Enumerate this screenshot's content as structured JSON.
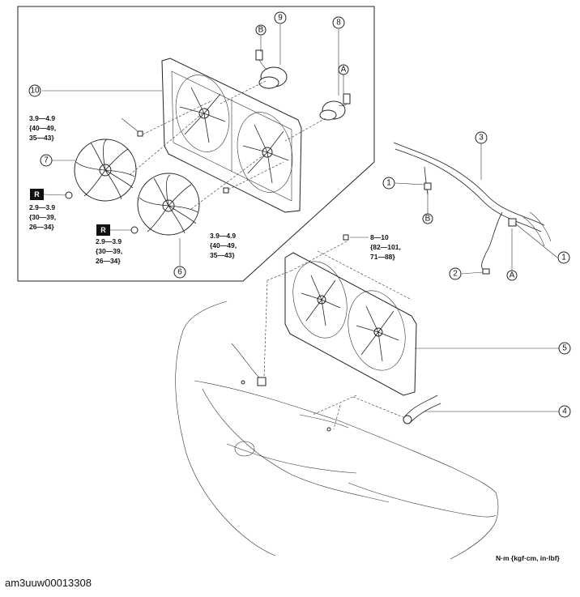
{
  "callouts": {
    "n1a": "1",
    "n1b": "1",
    "n2": "2",
    "n3": "3",
    "n4": "4",
    "n5": "5",
    "n6": "6",
    "n7": "7",
    "n8": "8",
    "n9": "9",
    "n10": "10",
    "conn_a_top": "A",
    "conn_a_bottom": "A",
    "conn_b_top": "B",
    "conn_b_bottom": "B"
  },
  "torque_specs": {
    "bolt_upper_left": [
      "3.9—4.9",
      "{40—49,",
      "35—43}"
    ],
    "nut_r_left": [
      "2.9—3.9",
      "{30—39,",
      "26—34}"
    ],
    "nut_r_center": [
      "2.9—3.9",
      "{30—39,",
      "26—34}"
    ],
    "bolt_center": [
      "3.9—4.9",
      "{40—49,",
      "35—43}"
    ],
    "bolt_lower": [
      "8—10",
      "{82—101,",
      "71—88}"
    ]
  },
  "replace_mark": "R",
  "units_note": "N·m {kgf·cm, in·lbf}",
  "figure_id": "am3uuw00013308"
}
